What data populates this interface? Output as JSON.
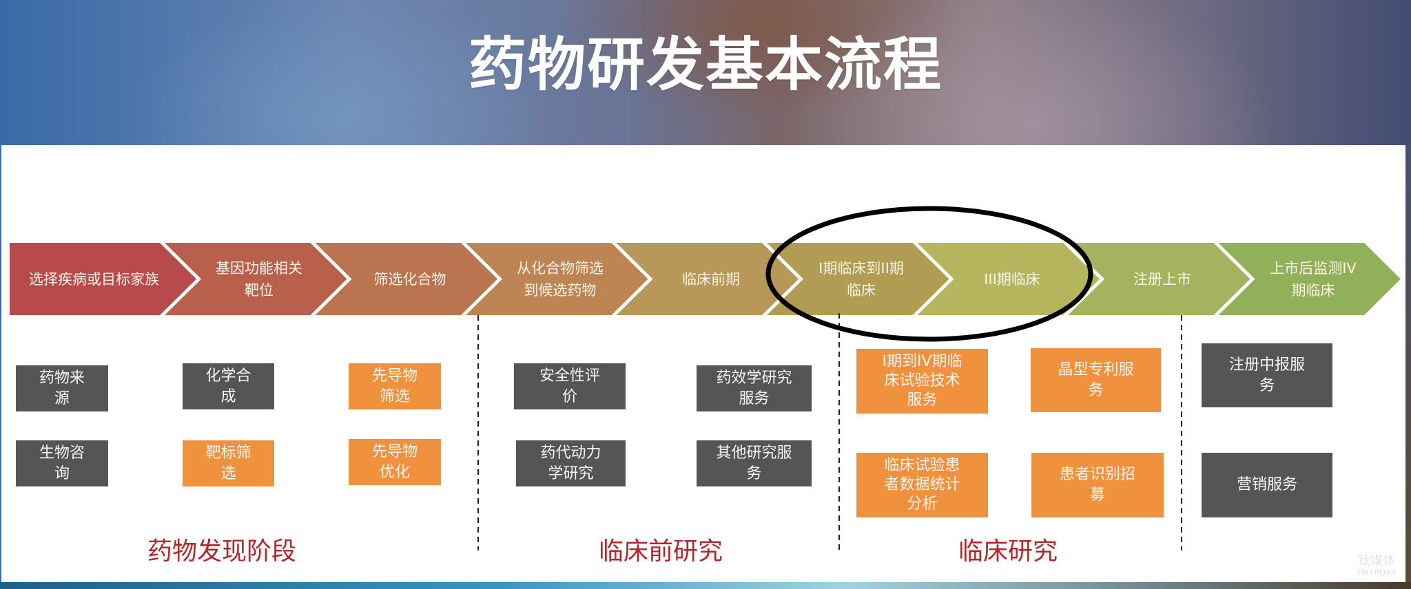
{
  "title": "药物研发基本流程",
  "flow": {
    "stages": [
      {
        "label": "选择疾病或目标家族",
        "color": "#b84a4b"
      },
      {
        "label": "基因功能相关\n靶位",
        "color": "#b9604d"
      },
      {
        "label": "筛选化合物",
        "color": "#bb7450"
      },
      {
        "label": "从化合物筛选\n到候选药物",
        "color": "#bc8553"
      },
      {
        "label": "临床前期",
        "color": "#b89858"
      },
      {
        "label": "I期临床到II期\n临床",
        "color": "#b19c54"
      },
      {
        "label": "III期临床",
        "color": "#b5b55e"
      },
      {
        "label": "注册上市",
        "color": "#a4b45e"
      },
      {
        "label": "上市后监测IV\n期临床",
        "color": "#92b05a"
      }
    ],
    "highlight": {
      "description": "ellipse around I期临床到II期临床 and III期临床",
      "stroke": "#000000"
    }
  },
  "services": {
    "drug_discovery": [
      {
        "label": "药物来\n源",
        "type": "dark"
      },
      {
        "label": "生物咨\n询",
        "type": "dark"
      },
      {
        "label": "化学合\n成",
        "type": "dark"
      },
      {
        "label": "靶标筛\n选",
        "type": "orange"
      },
      {
        "label": "先导物\n筛选",
        "type": "orange"
      },
      {
        "label": "先导物\n优化",
        "type": "orange"
      }
    ],
    "preclinical": [
      {
        "label": "安全性评\n价",
        "type": "dark"
      },
      {
        "label": "药代动力\n学研究",
        "type": "dark"
      },
      {
        "label": "药效学研究\n服务",
        "type": "dark"
      },
      {
        "label": "其他研究服\n务",
        "type": "dark"
      }
    ],
    "clinical": [
      {
        "label": "I期到IV期临\n床试验技术\n服务",
        "type": "orange"
      },
      {
        "label": "临床试验患\n者数据统计\n分析",
        "type": "orange"
      },
      {
        "label": "晶型专利服\n务",
        "type": "orange"
      },
      {
        "label": "患者识别招\n募",
        "type": "orange"
      }
    ],
    "post_market": [
      {
        "label": "注册中报服\n务",
        "type": "dark"
      },
      {
        "label": "营销服务",
        "type": "dark"
      }
    ]
  },
  "phases": [
    {
      "label": "药物发现阶段"
    },
    {
      "label": "临床前研究"
    },
    {
      "label": "临床研究"
    }
  ],
  "colors": {
    "dark_box": "#555555",
    "orange_box": "#f0913d",
    "phase_text": "#b3262b"
  },
  "watermark": {
    "cn": "钛媒体",
    "en": "TMTPOST"
  }
}
